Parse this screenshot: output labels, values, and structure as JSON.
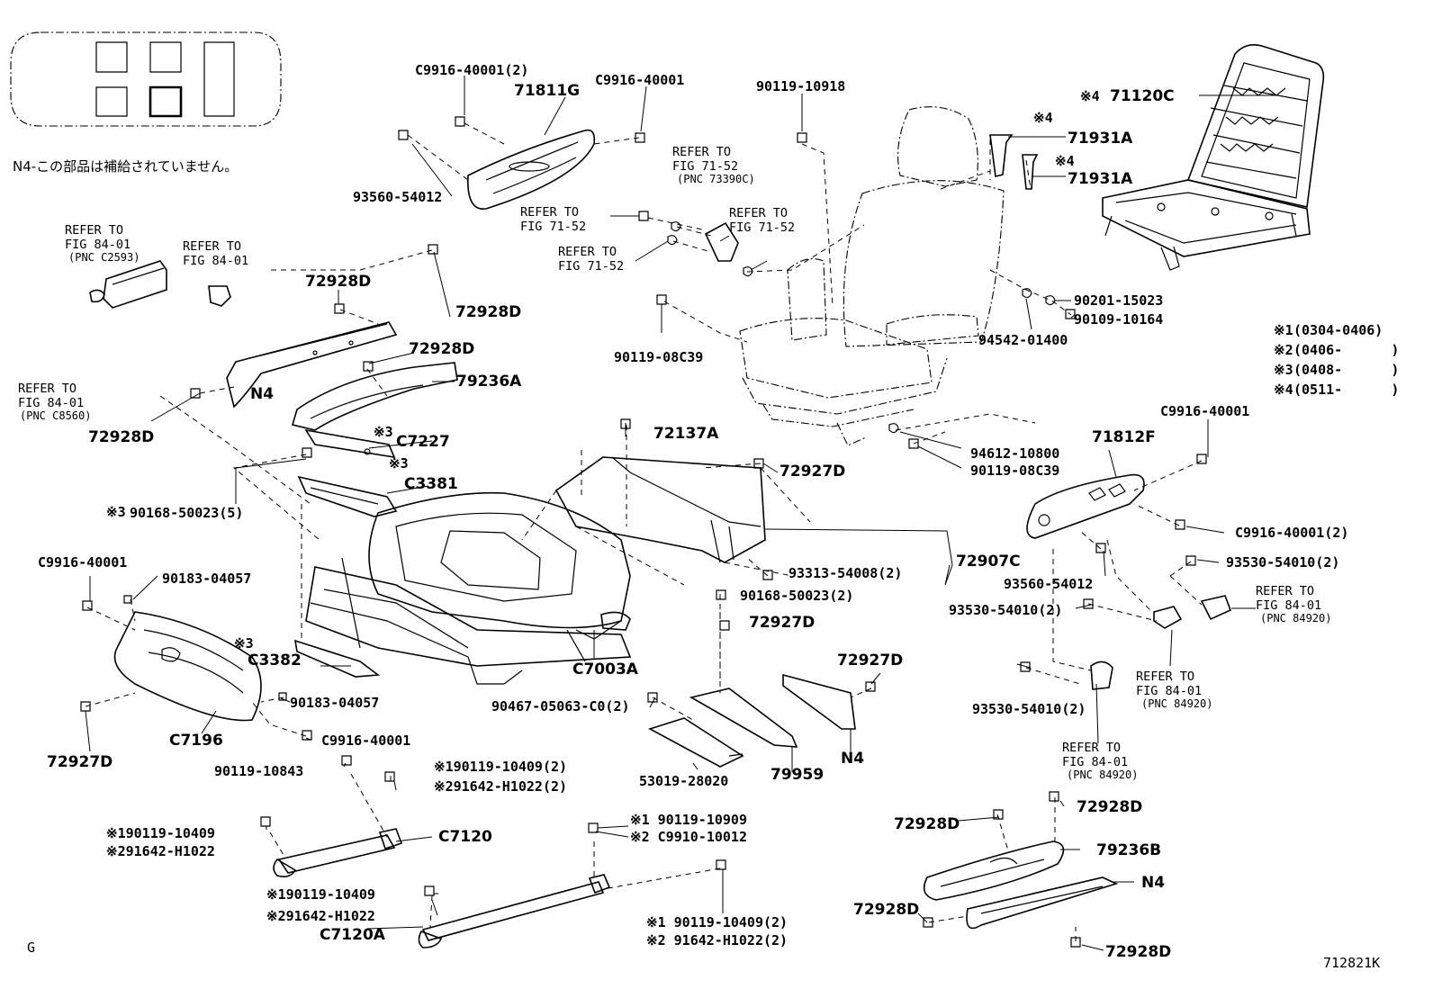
{
  "header": {
    "note": "N4-この部品は補給されていません。"
  },
  "legend": [
    {
      "mark": "※1",
      "range": "(0304-0406)"
    },
    {
      "mark": "※2",
      "range": "(0406-      )"
    },
    {
      "mark": "※3",
      "range": "(0408-      )"
    },
    {
      "mark": "※4",
      "range": "(0511-      )"
    }
  ],
  "footer": {
    "corner_code": "G",
    "figure_number": "712821K"
  },
  "refer_notes": {
    "a": [
      "REFER TO",
      "FIG 84-01",
      "(PNC C2593)"
    ],
    "b": [
      "REFER TO",
      "FIG 84-01"
    ],
    "c": [
      "REFER TO",
      "FIG 84-01",
      "(PNC C8560)"
    ],
    "d": [
      "REFER TO",
      "FIG 71-52"
    ],
    "e": [
      "REFER TO",
      "FIG 71-52"
    ],
    "f": [
      "REFER TO",
      "FIG 71-52",
      "(PNC 73390C)"
    ],
    "g": [
      "REFER TO",
      "FIG 71-52"
    ],
    "h": [
      "REFER TO",
      "FIG 84-01",
      "(PNC 84920)"
    ],
    "i": [
      "REFER TO",
      "FIG 84-01",
      "(PNC 84920)"
    ],
    "j": [
      "REFER TO",
      "FIG 84-01",
      "(PNC 84920)"
    ]
  },
  "labels": {
    "p1": "C9916-40001(2)",
    "p2": "71811G",
    "p3": "C9916-40001",
    "p4": "93560-54012",
    "p5": "90119-10918",
    "p6": "※4",
    "p7": "71931A",
    "p8": "※4",
    "p9": "71931A",
    "p10": "※4",
    "p11": "71120C",
    "p12": "72928D",
    "p13": "72928D",
    "p14": "72928D",
    "p15": "79236A",
    "p16": "N4",
    "p17": "72928D",
    "p18": "90201-15023",
    "p19": "90109-10164",
    "p20": "94542-01400",
    "p21": "90119-08C39",
    "p22": "※3",
    "p23": "C7227",
    "p24": "※3",
    "p25": "C3381",
    "p26": "72137A",
    "p27": "72927D",
    "p28": "94612-10800",
    "p29": "90119-08C39",
    "p30": "71812F",
    "p31": "C9916-40001",
    "p32": "※3",
    "p33": "90168-50023(5)",
    "p34": "C9916-40001",
    "p35": "90183-04057",
    "p36": "72907C",
    "p37": "93313-54008(2)",
    "p38": "90168-50023(2)",
    "p39": "C9916-40001(2)",
    "p40": "93530-54010(2)",
    "p41": "93560-54012",
    "p42": "93530-54010(2)",
    "p43": "72927D",
    "p44": "※3",
    "p45": "C3382",
    "p46": "C7003A",
    "p47": "90183-04057",
    "p48": "72927D",
    "p49": "90467-05063-C0(2)",
    "p50": "93530-54010(2)",
    "p51": "C7196",
    "p52": "C9916-40001",
    "p53": "72927D",
    "p54": "N4",
    "p55": "90119-10843",
    "p56": "※190119-10409(2)",
    "p57": "※291642-H1022(2)",
    "p58": "53019-28020",
    "p59": "79959",
    "p60": "72928D",
    "p61": "72928D",
    "p62": "※190119-10409",
    "p63": "※291642-H1022",
    "p64": "C7120",
    "p65": "※1 90119-10909",
    "p66": "※2 C9910-10012",
    "p67": "79236B",
    "p68": "※190119-10409",
    "p69": "※291642-H1022",
    "p70": "N4",
    "p71": "C7120A",
    "p72": "※1 90119-10409(2)",
    "p73": "※2 91642-H1022(2)",
    "p74": "72928D",
    "p75": "72928D"
  }
}
